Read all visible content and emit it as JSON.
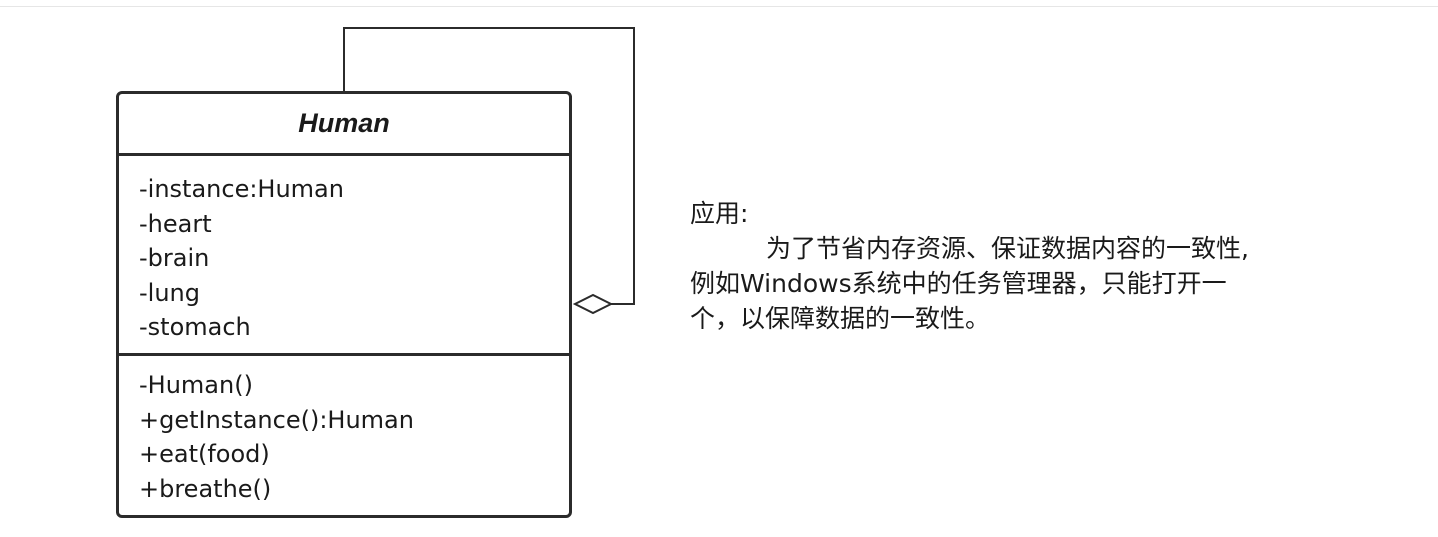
{
  "diagram": {
    "class": {
      "name": "Human",
      "attributes": [
        "-instance:Human",
        "-heart",
        "-brain",
        "-lung",
        "-stomach"
      ],
      "methods": [
        "-Human()",
        "+getInstance():Human",
        "+eat(food)",
        "+breathe()"
      ]
    },
    "relationship": {
      "type": "aggregation",
      "target": "self"
    },
    "colors": {
      "line": "#2b2b2b",
      "text": "#1a1a1a",
      "background": "#ffffff"
    }
  },
  "note": {
    "title": "应用:",
    "lines": [
      "为了节省内存资源、保证数据内容的一致性,",
      "例如Windows系统中的任务管理器，只能打开一",
      "个，以保障数据的一致性。"
    ]
  }
}
